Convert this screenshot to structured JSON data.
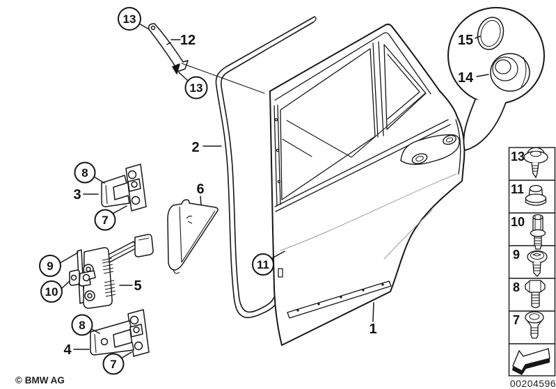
{
  "diagram": {
    "part_labels": {
      "door": "1",
      "door_seal": "2",
      "hinge_upper": "3",
      "hinge_lower": "4",
      "door_check": "5",
      "sound_insulation": "6",
      "bracket": "12",
      "grommet": "14",
      "blind_plug": "15"
    },
    "balloons": {
      "b7": "7",
      "b8": "8",
      "b9": "9",
      "b10": "10",
      "b11": "11",
      "b13": "13"
    }
  },
  "sidebar": {
    "rows": [
      {
        "label": "13",
        "icon": "pan-head-screw-icon"
      },
      {
        "label": "11",
        "icon": "cap-nut-icon"
      },
      {
        "label": "10",
        "icon": "expansion-rivet-icon"
      },
      {
        "label": "9",
        "icon": "washer-head-screw-icon"
      },
      {
        "label": "8",
        "icon": "hex-bolt-icon"
      },
      {
        "label": "7",
        "icon": "countersunk-screw-icon"
      }
    ],
    "direction_icon": "arrow-down-left-icon"
  },
  "footer": {
    "copyright": "© BMW AG",
    "diagram_number": "00204596"
  },
  "colors": {
    "line": "#161616",
    "crease": "#9a9a9a",
    "background": "#ffffff"
  }
}
